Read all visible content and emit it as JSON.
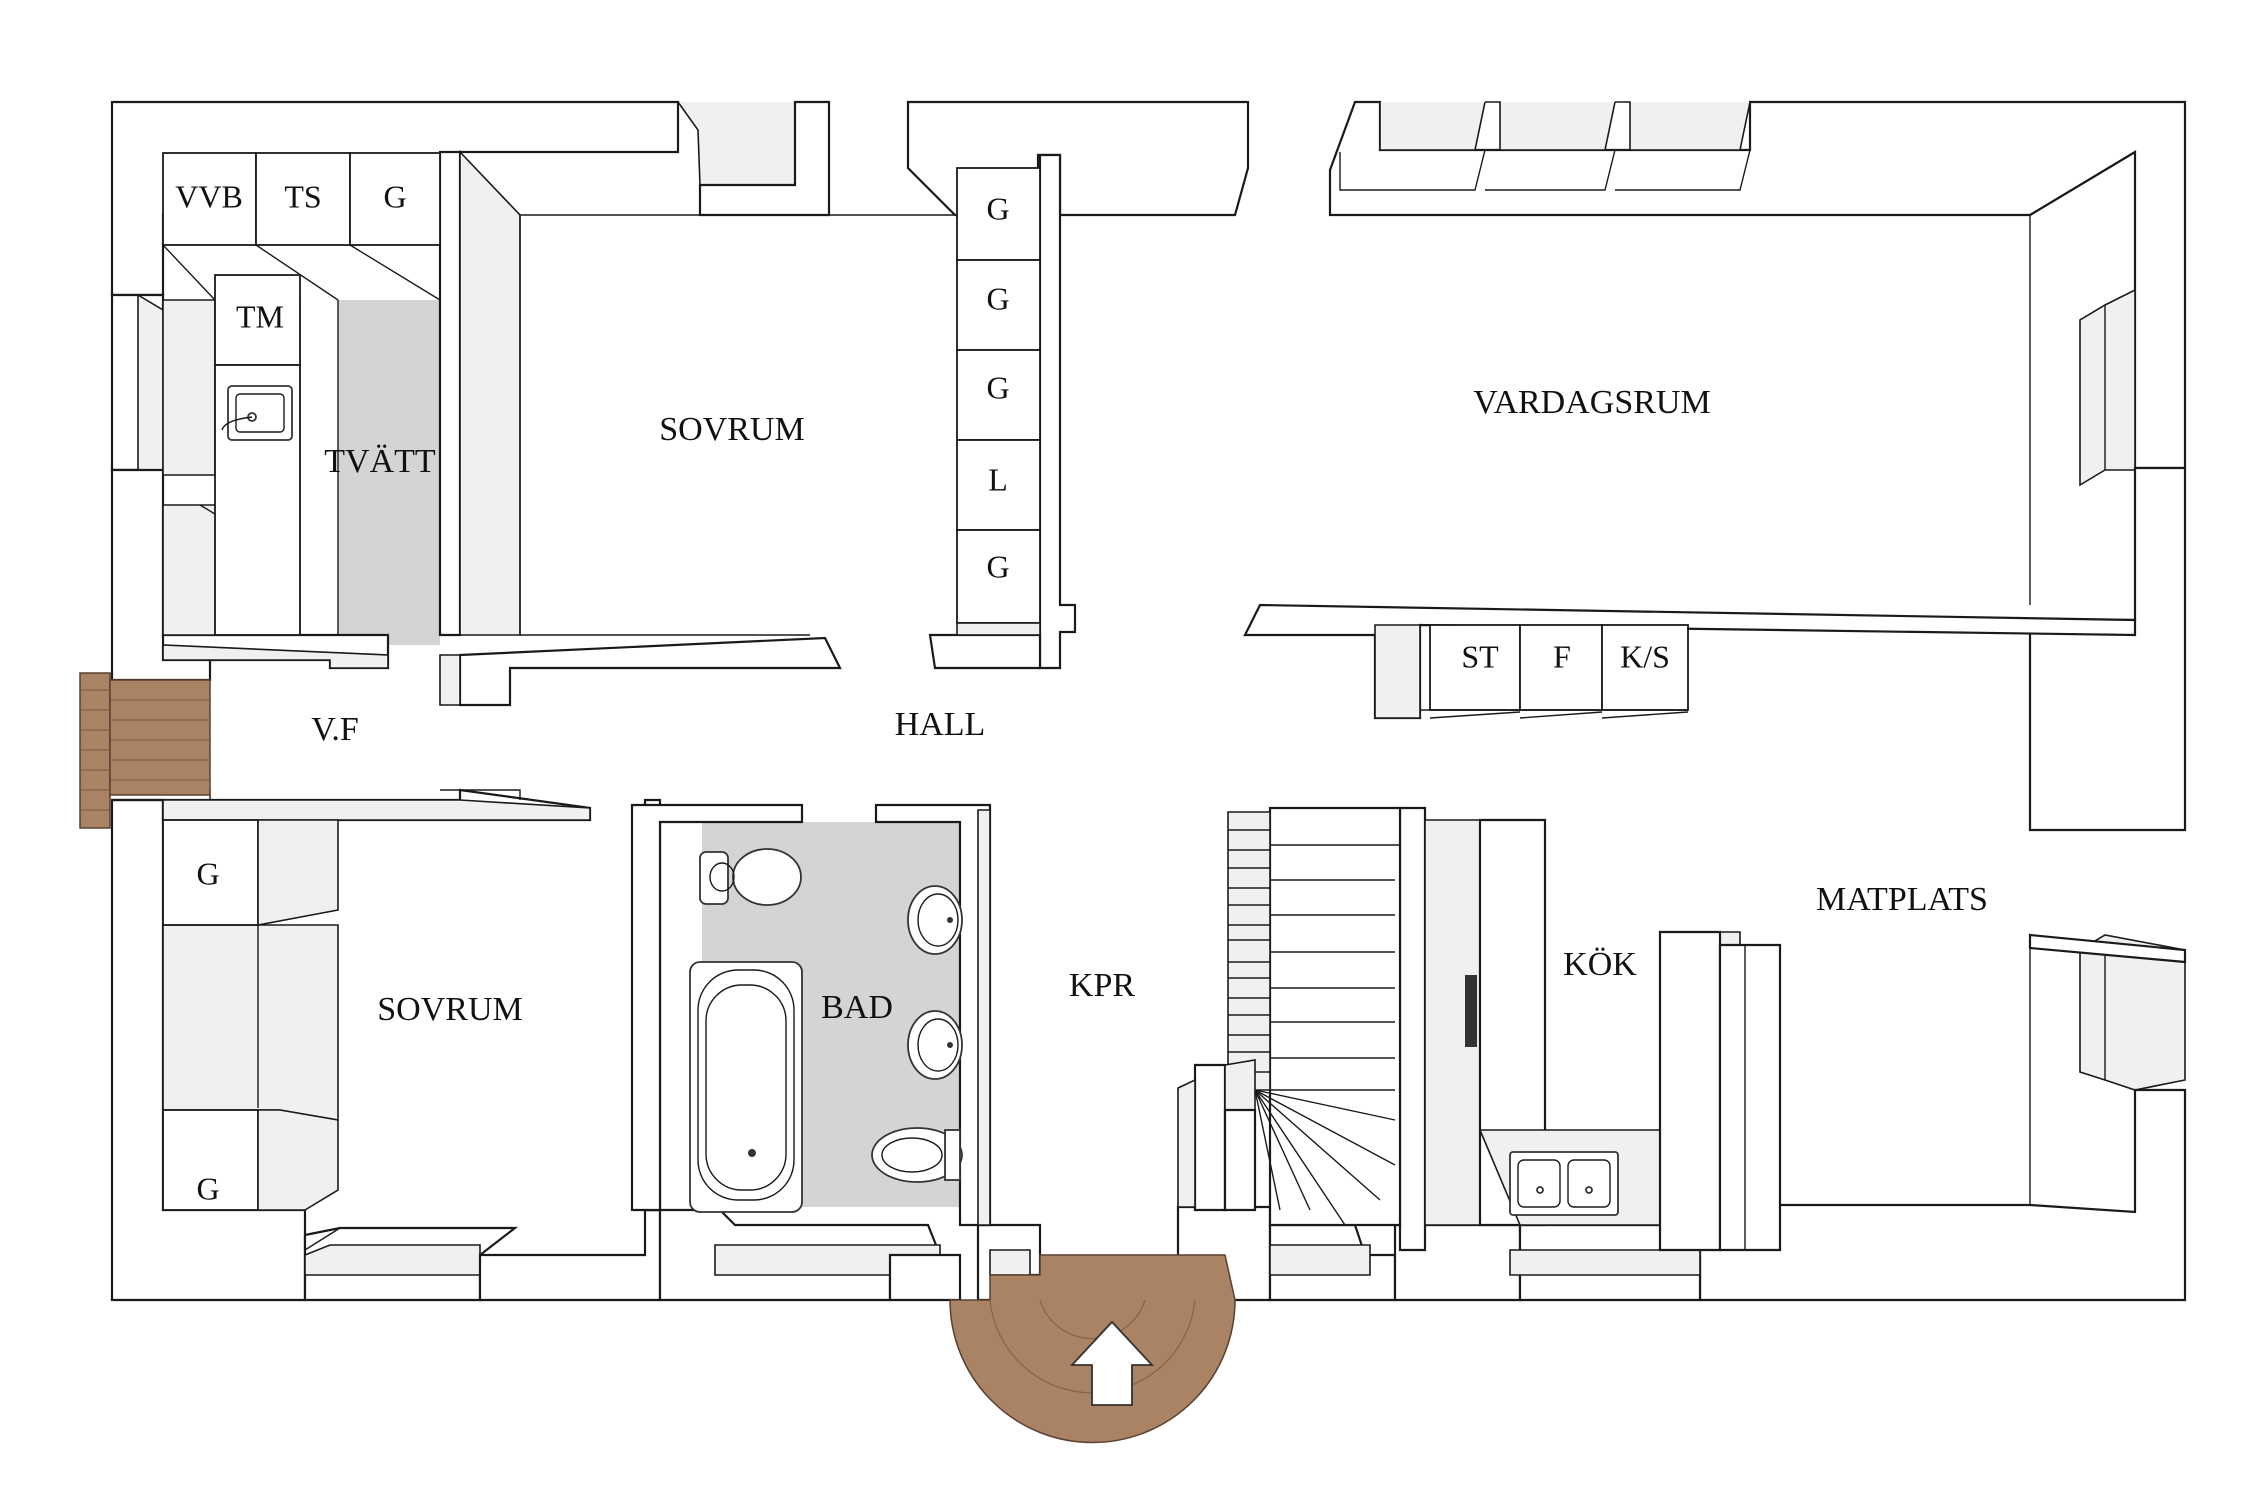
{
  "rooms": {
    "sovrum_top": "SOVRUM",
    "vardagsrum": "VARDAGSRUM",
    "tvatt": "TVÄTT",
    "hall": "HALL",
    "vf": "V.F",
    "matplats": "MATPLATS",
    "kok": "KÖK",
    "sovrum_bottom": "SOVRUM",
    "bad": "BAD",
    "kpr": "KPR"
  },
  "cabinets": {
    "vvb": "VVB",
    "ts": "TS",
    "g_laundry": "G",
    "tm": "TM",
    "hall_col": [
      "G",
      "G",
      "G",
      "L",
      "G"
    ],
    "st": "ST",
    "f": "F",
    "ks": "K/S",
    "g_bed_top": "G",
    "g_bed_bottom": "G"
  },
  "colors": {
    "wall": "#ffffff",
    "outline": "#1a1a1a",
    "wet_floor": "#d4d4d4",
    "wood": "#a98363"
  }
}
